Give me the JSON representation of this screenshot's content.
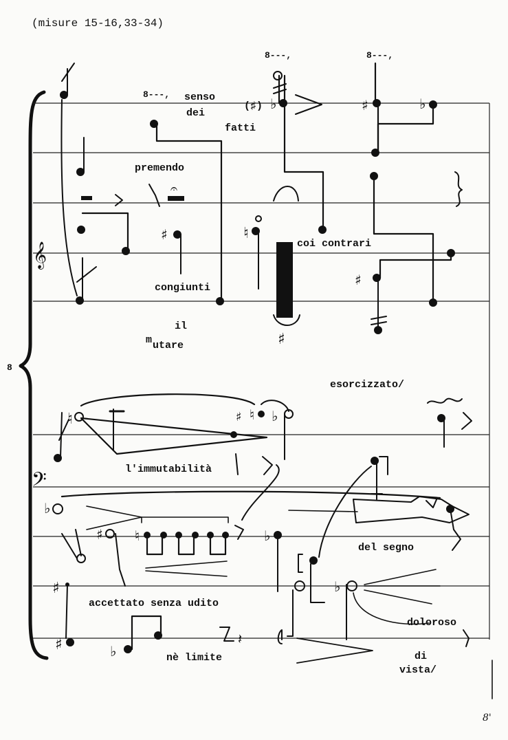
{
  "header": {
    "measures": "(misure 15-16,33-34)"
  },
  "system": {
    "brace_number": "8",
    "page_mark": "8'"
  },
  "ottava": [
    "8---,",
    "8---,",
    "8---,"
  ],
  "clefs": {
    "treble": "treble-clef",
    "bass": "bass-clef"
  },
  "accidental_marks": {
    "bracketed_sharp": "(♯)"
  },
  "texts": {
    "senso": "senso",
    "dei": "dei",
    "fatti": "fatti",
    "premendo": "premendo",
    "congiunti": "congiunti",
    "coi_contrari": "coi contrari",
    "il": "il",
    "mutare_m": "m",
    "mutare_rest": "utare",
    "esorcizzato": "esorcizzato/",
    "immutabilita": "l'immutabilità",
    "del_segno": "del segno",
    "accettato": "accettato senza udito",
    "doloroso": "doloroso",
    "ne_limite": "nè limite",
    "di": "di",
    "vista": "vista/"
  }
}
